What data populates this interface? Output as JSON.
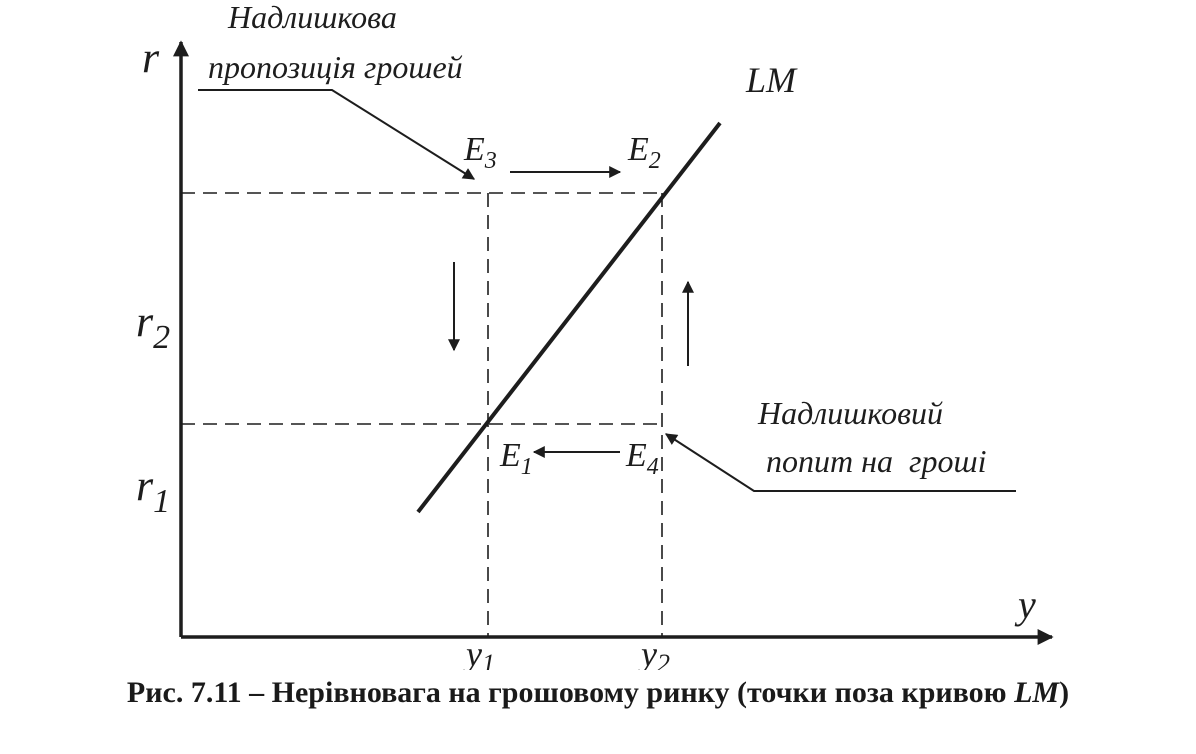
{
  "axes": {
    "y_axis_label": "r",
    "x_axis_label": "y",
    "r_ticks": [
      {
        "main": "r",
        "sub": "2"
      },
      {
        "main": "r",
        "sub": "1"
      }
    ],
    "y_ticks": [
      {
        "main": "y",
        "sub": "1"
      },
      {
        "main": "y",
        "sub": "2"
      }
    ]
  },
  "curve": {
    "label": "LM"
  },
  "points": {
    "E1": {
      "main": "E",
      "sub": "1"
    },
    "E2": {
      "main": "E",
      "sub": "2"
    },
    "E3": {
      "main": "E",
      "sub": "3"
    },
    "E4": {
      "main": "E",
      "sub": "4"
    }
  },
  "annotations": {
    "excess_supply": {
      "line1": "Надлишкова",
      "line2": "пропозиція грошей"
    },
    "excess_demand": {
      "line1": "Надлишковий",
      "line2": "попит на  гроші"
    }
  },
  "caption": {
    "prefix": "Рис. 7.11 – Нерівновага на грошовому ринку (точки поза кривою ",
    "emph": "LM",
    "suffix": ")"
  }
}
